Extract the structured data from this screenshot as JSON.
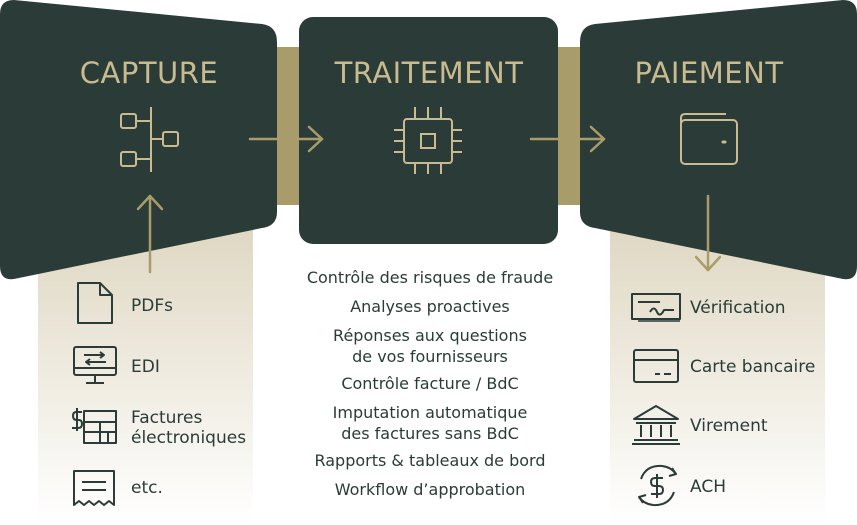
{
  "colors": {
    "panel": "#2b3c38",
    "gold": "#a99c6b",
    "title": "#c8bb90",
    "text": "#2b3c38"
  },
  "capture": {
    "title": "CAPTURE",
    "items": [
      {
        "label": "PDFs",
        "icon": "pdf-document-icon"
      },
      {
        "label": "EDI",
        "icon": "edi-monitor-icon"
      },
      {
        "label": "Factures électroniques",
        "icon": "e-invoice-icon"
      },
      {
        "label": "etc.",
        "icon": "receipt-icon"
      }
    ]
  },
  "traitement": {
    "title": "TRAITEMENT",
    "items": [
      "Contrôle des risques de fraude",
      "Analyses proactives",
      "Réponses aux questions\nde vos fournisseurs",
      "Contrôle facture / BdC",
      "Imputation automatique\ndes factures sans BdC",
      "Rapports & tableaux de bord",
      "Workflow d’approbation"
    ]
  },
  "paiement": {
    "title": "PAIEMENT",
    "items": [
      {
        "label": "Vérification",
        "icon": "check-icon"
      },
      {
        "label": "Carte bancaire",
        "icon": "credit-card-icon"
      },
      {
        "label": "Virement",
        "icon": "bank-icon"
      },
      {
        "label": "ACH",
        "icon": "ach-exchange-icon"
      }
    ]
  }
}
